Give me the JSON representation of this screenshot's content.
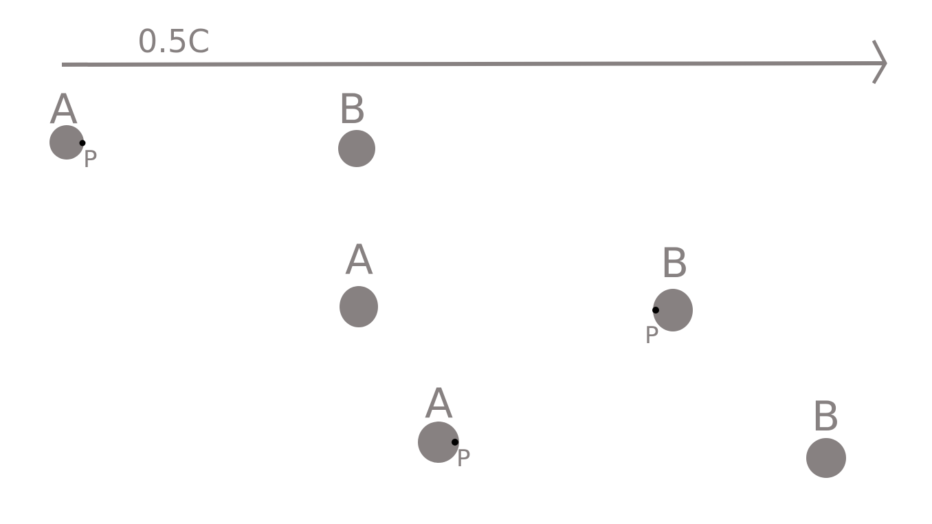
{
  "velocity": {
    "label": "0.5C"
  },
  "colors": {
    "ink": "#878181",
    "point": "#000000",
    "background": "#ffffff"
  },
  "snapshots": [
    {
      "ball_a": {
        "label": "A",
        "point_label": "P"
      },
      "ball_b": {
        "label": "B"
      }
    },
    {
      "ball_a": {
        "label": "A"
      },
      "ball_b": {
        "label": "B",
        "point_label": "P"
      }
    },
    {
      "ball_a": {
        "label": "A",
        "point_label": "P"
      },
      "ball_b": {
        "label": "B"
      }
    }
  ]
}
